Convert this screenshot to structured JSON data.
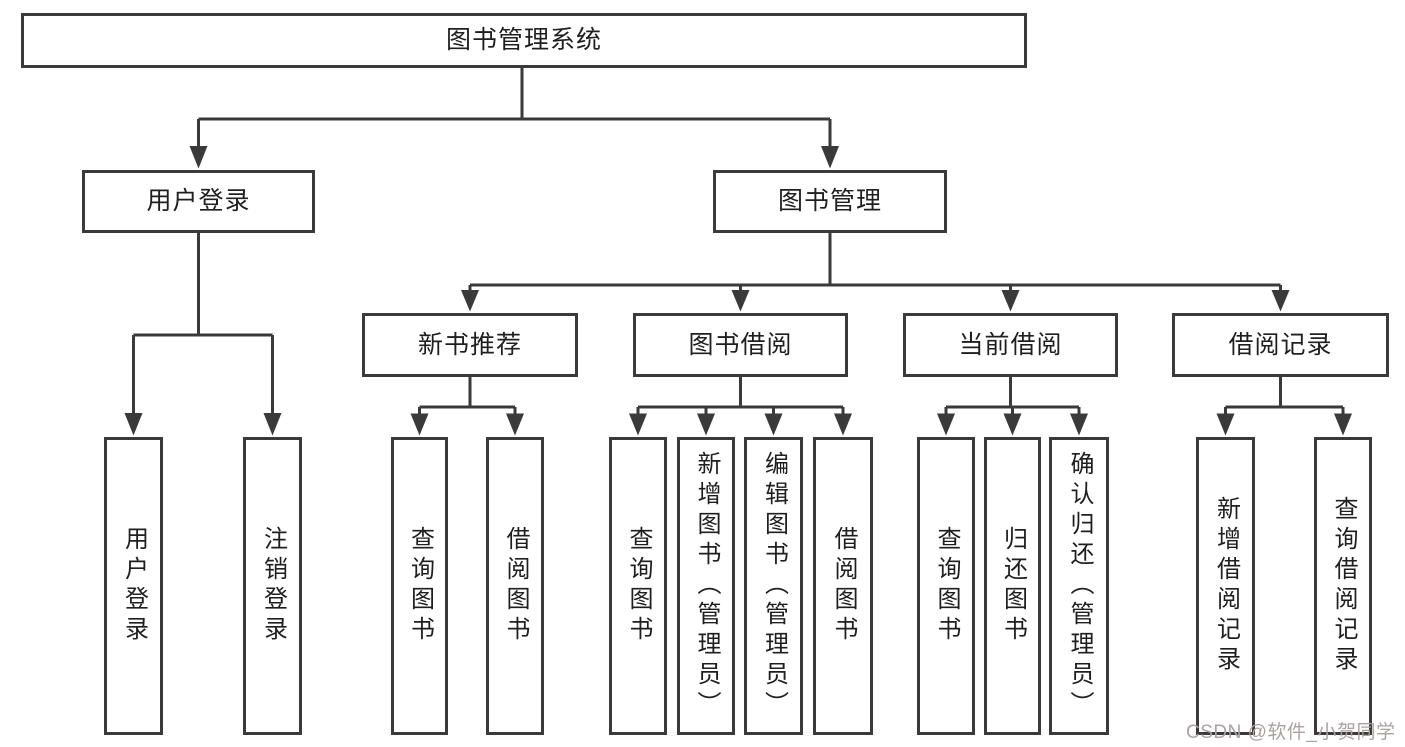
{
  "diagram_title": "图书管理系统",
  "tree": {
    "root": {
      "label": "图书管理系统"
    },
    "children": [
      {
        "label": "用户登录",
        "children": [
          {
            "label": "用户登录"
          },
          {
            "label": "注销登录"
          }
        ]
      },
      {
        "label": "图书管理",
        "children": [
          {
            "label": "新书推荐",
            "children": [
              {
                "label": "查询图书"
              },
              {
                "label": "借阅图书"
              }
            ]
          },
          {
            "label": "图书借阅",
            "children": [
              {
                "label": "查询图书"
              },
              {
                "label": "新增图书（管理员）"
              },
              {
                "label": "编辑图书（管理员）"
              },
              {
                "label": "借阅图书"
              }
            ]
          },
          {
            "label": "当前借阅",
            "children": [
              {
                "label": "查询图书"
              },
              {
                "label": "归还图书"
              },
              {
                "label": "确认归还（管理员）"
              }
            ]
          },
          {
            "label": "借阅记录",
            "children": [
              {
                "label": "新增借阅记录"
              },
              {
                "label": "查询借阅记录"
              }
            ]
          }
        ]
      }
    ]
  },
  "watermark": {
    "text": "CSDN @软件_小贺同学"
  },
  "colors": {
    "line": "#3a3a3a",
    "text": "#1f1f1f",
    "background": "#ffffff",
    "watermark": "#aca2a2"
  }
}
